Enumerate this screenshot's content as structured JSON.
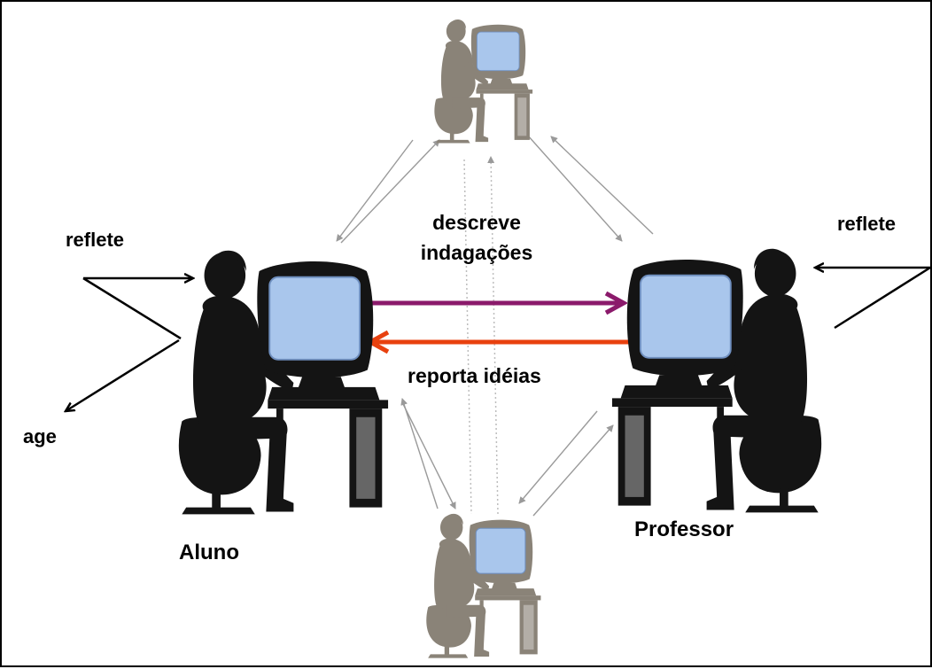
{
  "labels": {
    "describes_1": "descreve",
    "describes_2": "indagações",
    "reports": "reporta  idéias",
    "reflects_left": "reflete",
    "acts_left": "age",
    "reflects_right": "reflete",
    "student": "Aluno",
    "teacher": "Professor"
  },
  "colors": {
    "describe_arrow": "#8B1A6B",
    "report_arrow": "#E8410F",
    "network_arrow": "#9a9a9a",
    "figure_dark": "#141414",
    "figure_faded": "#8a8378",
    "screen": "#a9c6ec"
  },
  "icons": {
    "student": "person-at-computer-icon",
    "teacher": "person-at-computer-icon",
    "peer_top": "person-at-computer-icon",
    "peer_bottom": "person-at-computer-icon"
  }
}
